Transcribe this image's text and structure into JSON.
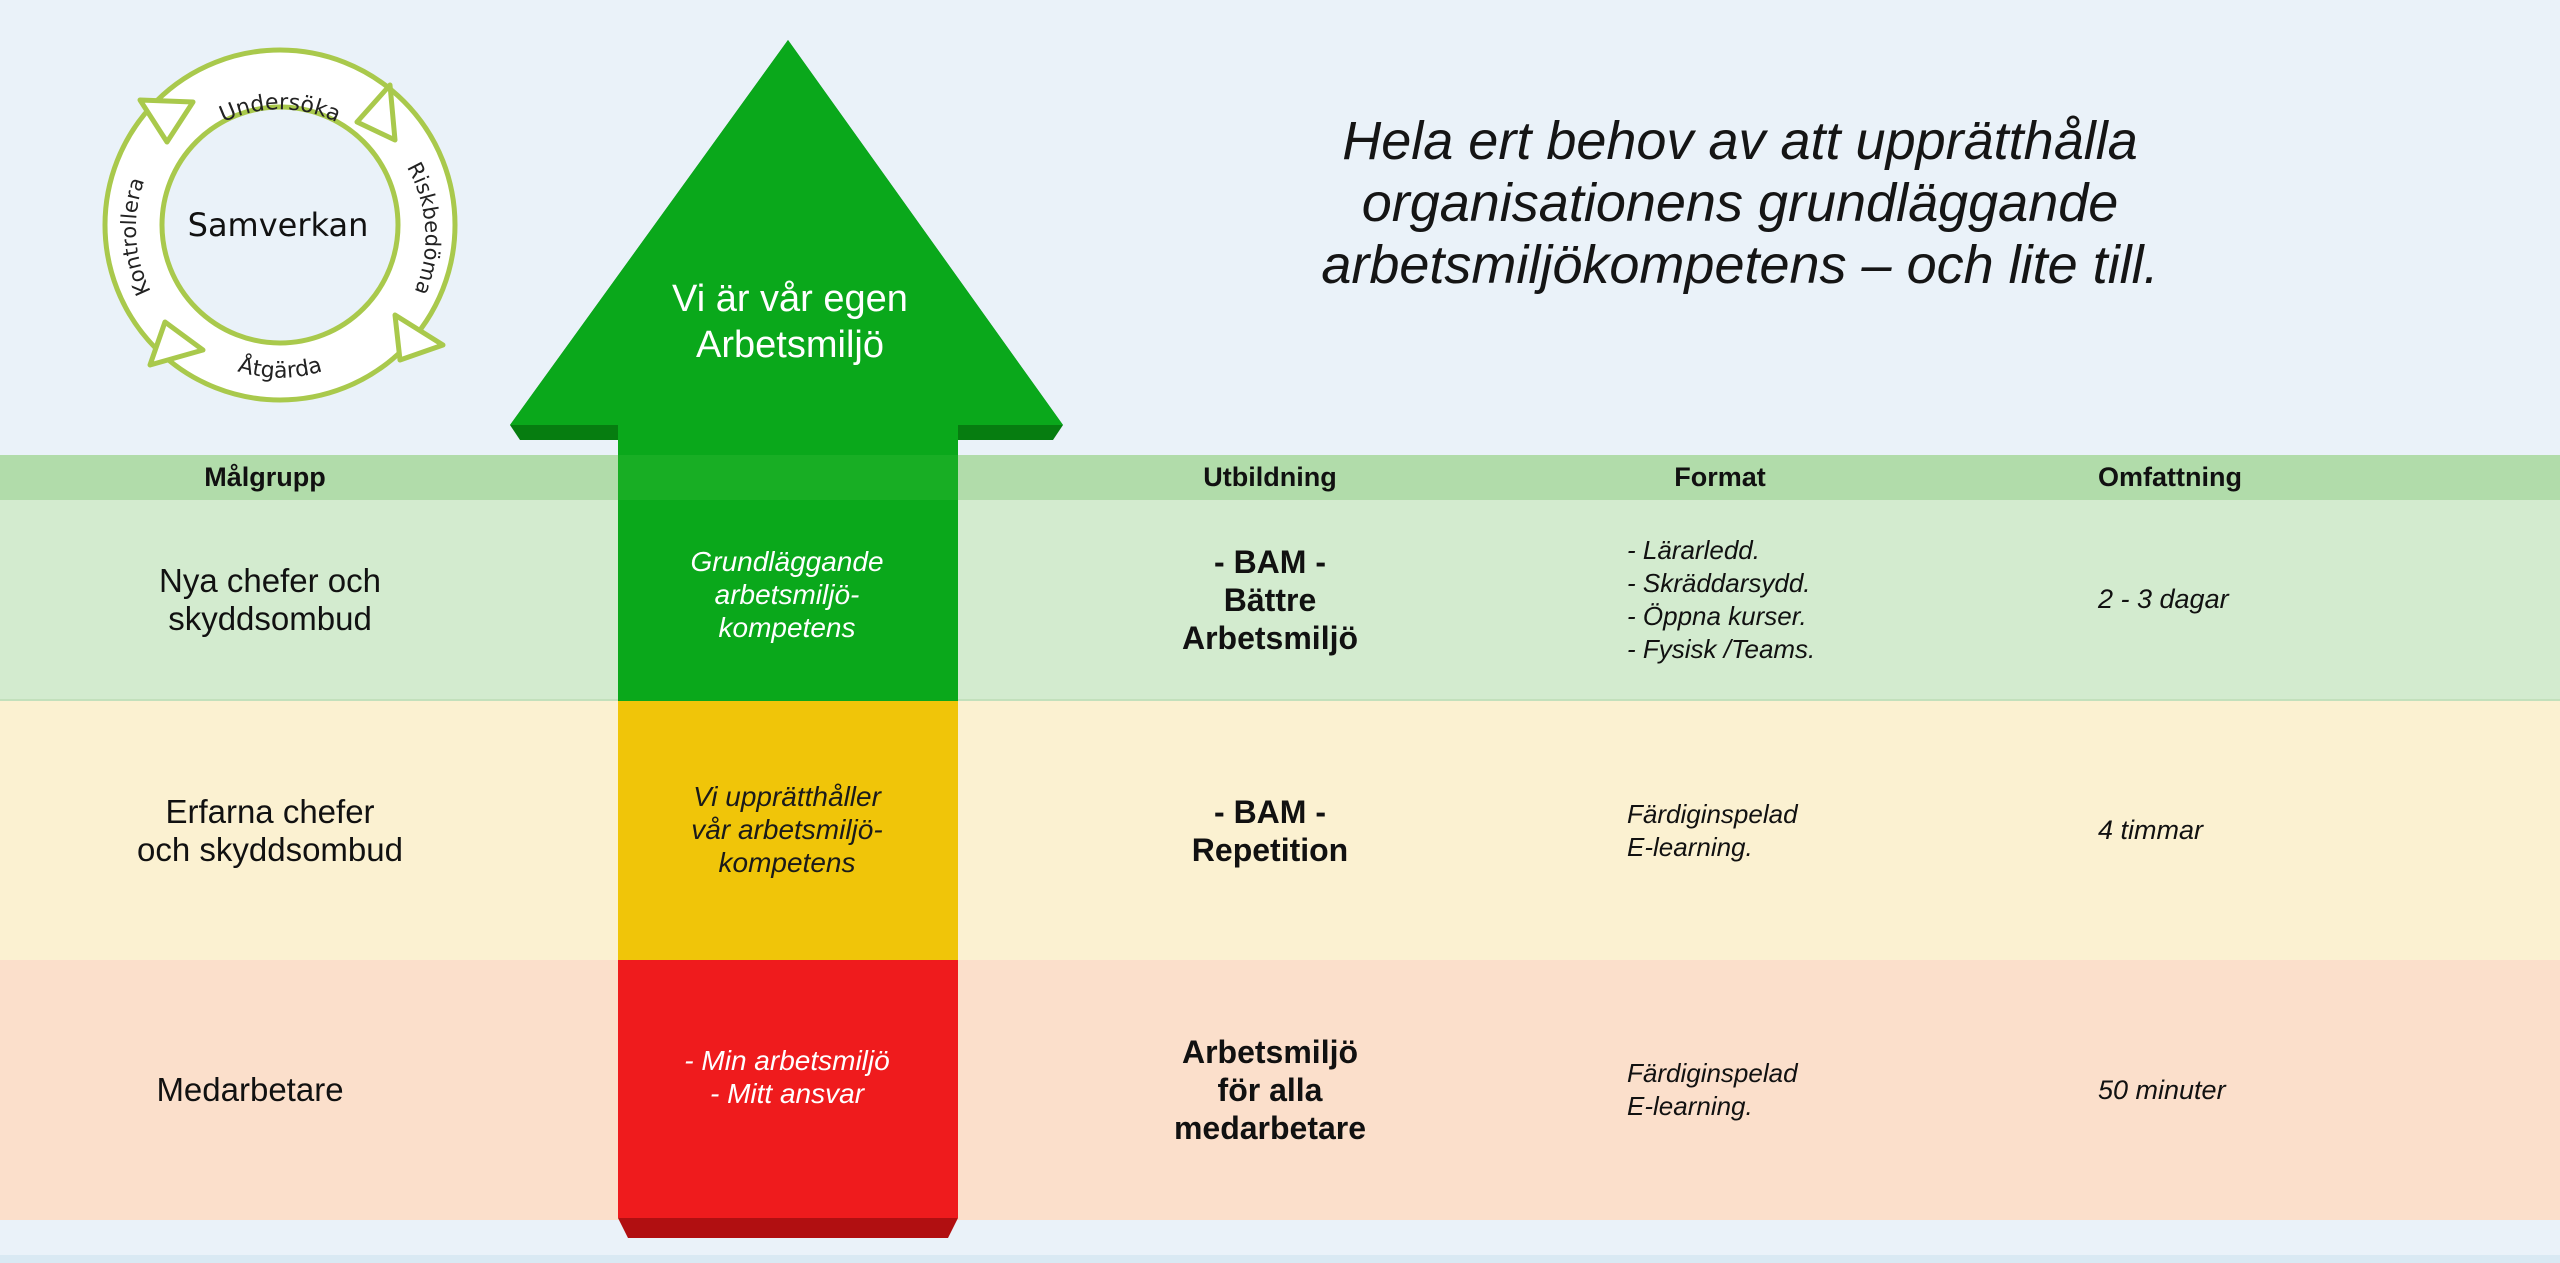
{
  "cycle": {
    "center": "Samverkan",
    "steps": [
      "Undersöka",
      "Riskbedöma",
      "Åtgärda",
      "Kontrollera"
    ]
  },
  "headline": [
    "Hela ert behov av att upprätthålla",
    "organisationens grundläggande",
    "arbetsmiljökompetens – och lite till."
  ],
  "arrow": {
    "title": [
      "Vi är vår egen",
      "Arbetsmiljö"
    ],
    "levels": [
      {
        "lines": [
          "Grundläggande",
          "arbetsmiljö-",
          "kompetens"
        ],
        "color": "#0aa81b"
      },
      {
        "lines": [
          "Vi upprätthåller",
          "vår arbetsmiljö-",
          "kompetens"
        ],
        "color": "#f0c509"
      },
      {
        "lines": [
          "- Min arbetsmiljö",
          "- Mitt ansvar"
        ],
        "color": "#ef1b1d"
      }
    ]
  },
  "table": {
    "headers": {
      "target": "Målgrupp",
      "education": "Utbildning",
      "format": "Format",
      "scope": "Omfattning"
    },
    "rows": [
      {
        "target": [
          "Nya chefer och",
          "skyddsombud"
        ],
        "education": [
          "- BAM -",
          "Bättre",
          "Arbetsmiljö"
        ],
        "format": [
          "- Lärarledd.",
          "- Skräddarsydd.",
          "- Öppna kurser.",
          "- Fysisk /Teams."
        ],
        "scope": "2 - 3 dagar"
      },
      {
        "target": [
          "Erfarna chefer",
          "och skyddsombud"
        ],
        "education": [
          "- BAM -",
          "Repetition"
        ],
        "format": [
          "Färdiginspelad",
          "E-learning."
        ],
        "scope": "4 timmar"
      },
      {
        "target": [
          "Medarbetare"
        ],
        "education": [
          "Arbetsmiljö",
          "för alla",
          "medarbetare"
        ],
        "format": [
          "Färdiginspelad",
          "E-learning."
        ],
        "scope": "50 minuter"
      }
    ]
  },
  "colors": {
    "header_row": "#b1dcaa",
    "green_band": "#d3ebcf",
    "yellow_band": "#fbf1d1",
    "red_band": "#fbdfcb",
    "cycle_stroke": "#a9c94c",
    "arrow_green": "#0aa81b",
    "arrow_yellow": "#f0c509",
    "arrow_red": "#ef1b1d"
  }
}
